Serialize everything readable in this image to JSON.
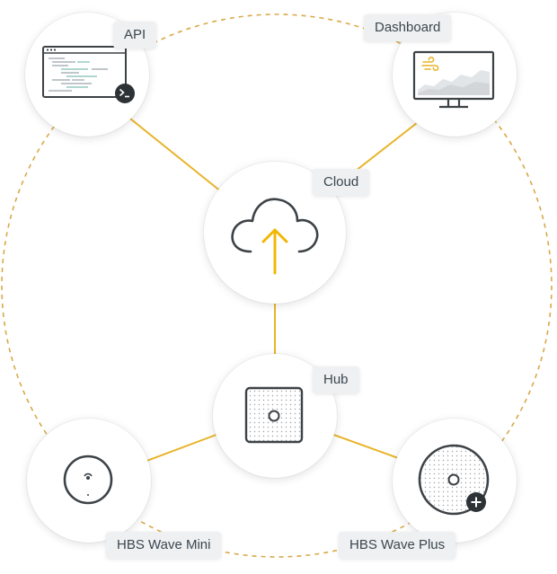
{
  "colors": {
    "connector": "#e8b42a",
    "orbit_dash": "#d9a94a",
    "label_bg": "#eef0f2",
    "label_text": "#3b4750",
    "icon_stroke": "#3d4246",
    "arrow": "#f2b705"
  },
  "nodes": {
    "api": {
      "label": "API",
      "icon": "terminal-window-icon"
    },
    "dashboard": {
      "label": "Dashboard",
      "icon": "monitor-icon"
    },
    "cloud": {
      "label": "Cloud",
      "icon": "cloud-upload-icon"
    },
    "hub": {
      "label": "Hub",
      "icon": "hub-device-icon"
    },
    "mini": {
      "label": "HBS Wave Mini",
      "icon": "wave-mini-sensor-icon"
    },
    "plus": {
      "label": "HBS Wave Plus",
      "icon": "wave-plus-sensor-icon"
    }
  }
}
